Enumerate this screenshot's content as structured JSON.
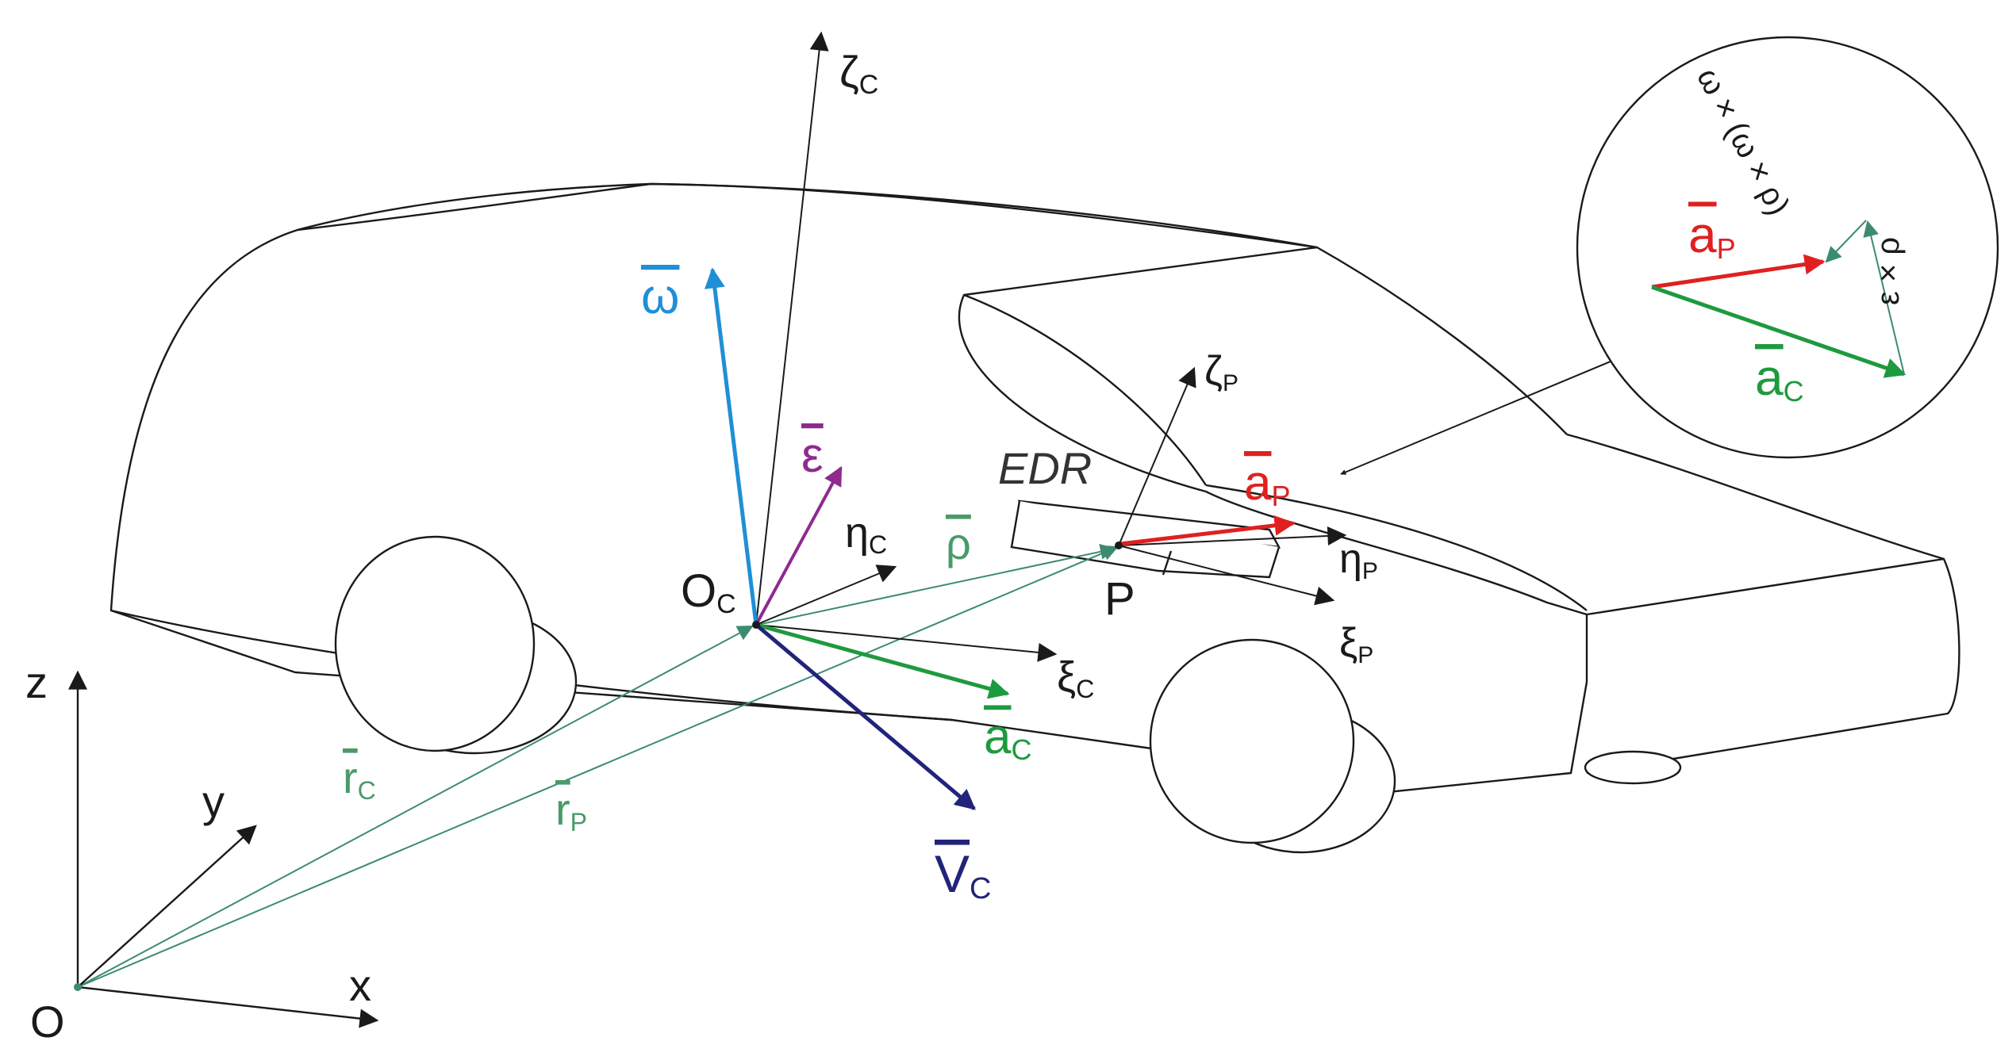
{
  "labels": {
    "zeta_c": {
      "sym": "ζ",
      "sub": "C"
    },
    "eta_c": {
      "sym": "η",
      "sub": "C"
    },
    "xi_c": {
      "sym": "ξ",
      "sub": "C"
    },
    "zeta_p": {
      "sym": "ζ",
      "sub": "P"
    },
    "eta_p": {
      "sym": "η",
      "sub": "P"
    },
    "xi_p": {
      "sym": "ξ",
      "sub": "P"
    },
    "omega": {
      "sym": "ω"
    },
    "epsilon": {
      "sym": "ε"
    },
    "rho": {
      "sym": "ρ"
    },
    "origin_c": {
      "sym": "O",
      "sub": "C"
    },
    "point_p": {
      "sym": "P"
    },
    "edr": "EDR",
    "a_p": {
      "sym": "a",
      "sub": "P"
    },
    "a_c": {
      "sym": "a",
      "sub": "C"
    },
    "v_c": {
      "sym": "V",
      "sub": "C"
    },
    "r_c": {
      "sym": "r",
      "sub": "C"
    },
    "r_p": {
      "sym": "r",
      "sub": "P"
    },
    "axis_z": "z",
    "axis_y": "y",
    "axis_x": "x",
    "origin": "O",
    "inset_a_p": {
      "sym": "a",
      "sub": "P"
    },
    "inset_a_c": {
      "sym": "a",
      "sub": "C"
    },
    "inset_centripetal": "ω × (ω × ρ)",
    "inset_tangential": "ε × ρ"
  },
  "colors": {
    "outline": "#1a1a1a",
    "omega": "#1f8fd6",
    "epsilon": "#8e2a8e",
    "a_p": "#e02020",
    "a_c": "#1e9a3e",
    "v_c": "#22237a",
    "position_vectors": "#3d8a73",
    "label_green": "#4a9a6a",
    "inset_arrow": "#3d8a73"
  }
}
